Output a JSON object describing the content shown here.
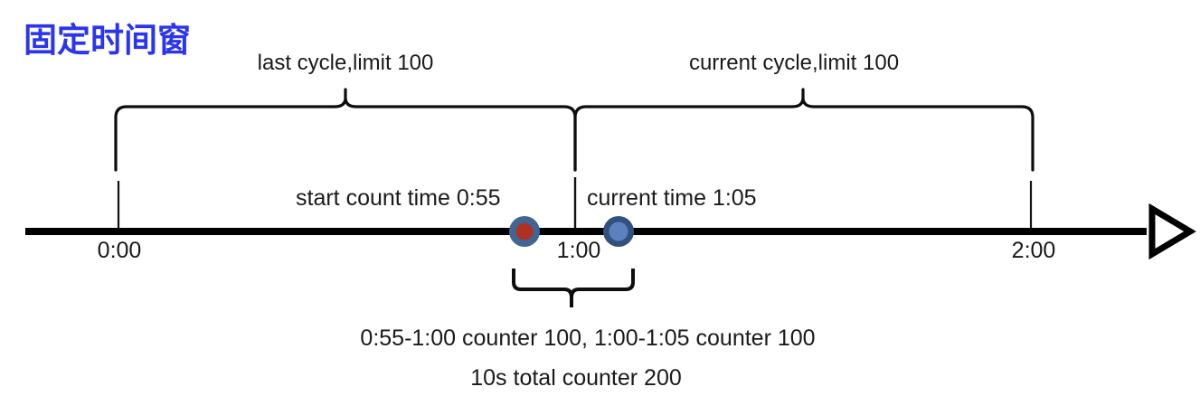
{
  "diagram": {
    "title": "固定时间窗",
    "title_color": "#2b35ee",
    "colors": {
      "axis": "#000000",
      "text": "#1a1a1a",
      "brace": "#0d0d0d",
      "marker_ring": "#3f6694",
      "marker_start_fill": "#b03122",
      "marker_current_fill": "#5b82bd"
    },
    "braces": {
      "top_left": {
        "label": "last cycle,limit 100",
        "from": "0:00",
        "to": "1:00"
      },
      "top_right": {
        "label": "current cycle,limit 100",
        "from": "1:00",
        "to": "2:00"
      },
      "bottom": {
        "from": "0:55",
        "to": "1:05"
      }
    },
    "markers": [
      {
        "name": "start-count",
        "label": "start count time 0:55",
        "time": "0:55",
        "fill": "#b03122"
      },
      {
        "name": "current-time",
        "label": "current time 1:05",
        "time": "1:05",
        "fill": "#5b82bd"
      }
    ],
    "axis": {
      "ticks": [
        "0:00",
        "1:00",
        "2:00"
      ],
      "arrow": "arrow-right"
    },
    "captions": [
      "0:55-1:00 counter 100, 1:00-1:05 counter 100",
      "10s total counter 200"
    ]
  }
}
